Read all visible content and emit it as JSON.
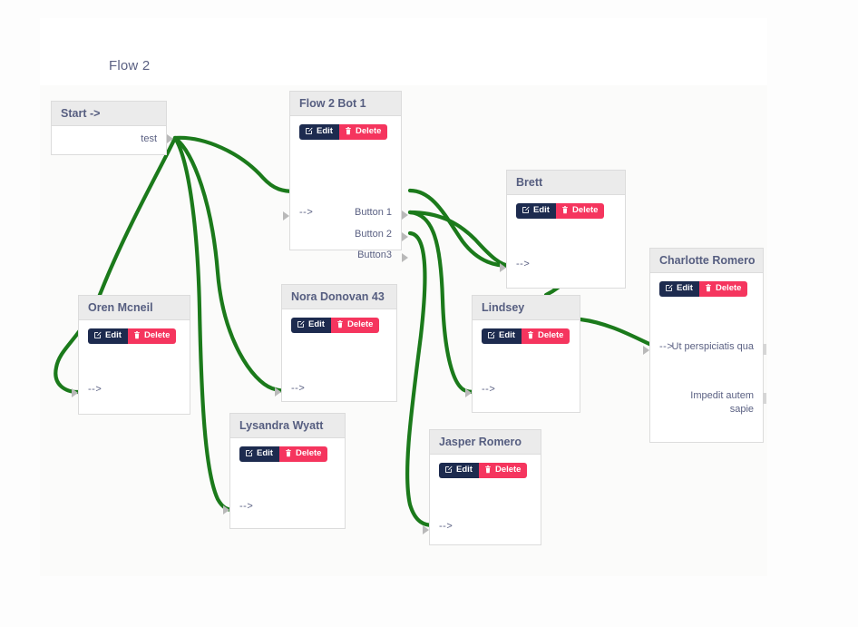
{
  "page": {
    "flow_title": "Flow 2",
    "background": "#fdfdfd",
    "canvas_background": "#fbfbfa",
    "edge_color": "#1b7a1b",
    "header_background": "#ebebeb",
    "header_text_color": "#565e80",
    "edit_button_color": "#1d2b4f",
    "delete_button_color": "#f5355e"
  },
  "buttons": {
    "edit_label": "Edit",
    "delete_label": "Delete"
  },
  "nodes": [
    {
      "id": "start",
      "title": "Start ->",
      "has_buttons": false,
      "out_port_label": "test"
    },
    {
      "id": "flow2bot1",
      "title": "Flow 2 Bot 1",
      "has_buttons": true,
      "in_label": "-->",
      "out_ports": [
        "Button 1",
        "Button 2",
        "Button3"
      ]
    },
    {
      "id": "oren",
      "title": "Oren Mcneil",
      "has_buttons": true,
      "in_label": "-->"
    },
    {
      "id": "nora",
      "title": "Nora Donovan 43",
      "has_buttons": true,
      "in_label": "-->"
    },
    {
      "id": "lysandra",
      "title": "Lysandra Wyatt",
      "has_buttons": true,
      "in_label": "-->"
    },
    {
      "id": "brett",
      "title": "Brett",
      "has_buttons": true,
      "in_label": "-->"
    },
    {
      "id": "lindsey",
      "title": "Lindsey",
      "has_buttons": true,
      "in_label": "-->"
    },
    {
      "id": "jasper",
      "title": "Jasper Romero",
      "has_buttons": true,
      "in_label": "-->"
    },
    {
      "id": "charlotte",
      "title": "Charlotte Romero",
      "has_buttons": true,
      "in_label": "-->",
      "messages": [
        "Ut perspiciatis qua",
        "Impedit autem sapie"
      ]
    }
  ],
  "edges": [
    {
      "from": "start.test",
      "to": "oren.in"
    },
    {
      "from": "start.test",
      "to": "flow2bot1.in"
    },
    {
      "from": "start.test",
      "to": "nora.in"
    },
    {
      "from": "start.test",
      "to": "lysandra.in"
    },
    {
      "from": "flow2bot1.button1",
      "to": "brett.in"
    },
    {
      "from": "flow2bot1.button2",
      "to": "brett.in"
    },
    {
      "from": "flow2bot1.button2",
      "to": "lindsey.in"
    },
    {
      "from": "flow2bot1.button3",
      "to": "jasper.in"
    },
    {
      "from": "brett.out",
      "to": "lindsey.in"
    },
    {
      "from": "lindsey.out",
      "to": "charlotte.in"
    }
  ]
}
